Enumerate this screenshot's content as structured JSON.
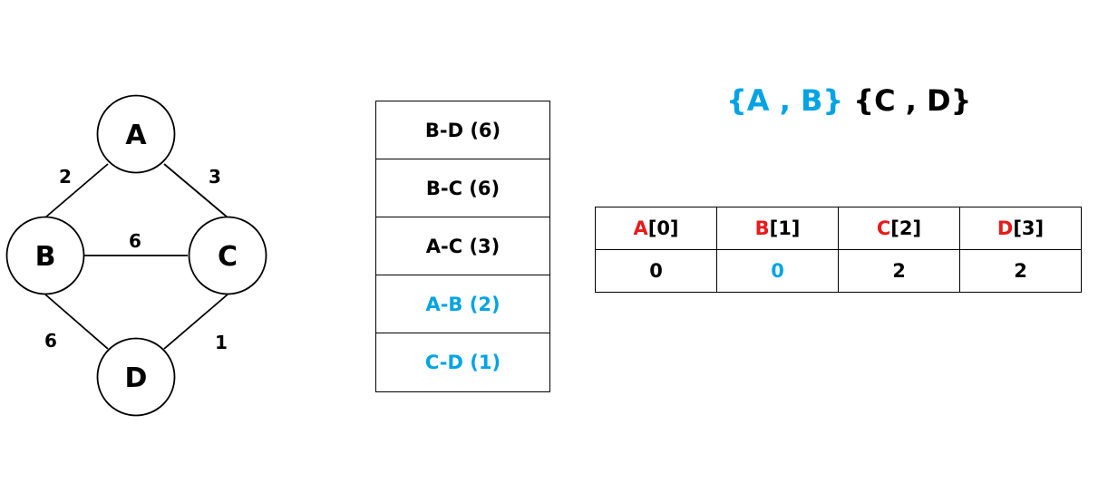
{
  "graph": {
    "nodes": [
      {
        "id": "A",
        "label": "A"
      },
      {
        "id": "B",
        "label": "B"
      },
      {
        "id": "C",
        "label": "C"
      },
      {
        "id": "D",
        "label": "D"
      }
    ],
    "edges": [
      {
        "from": "A",
        "to": "B",
        "weight": "2"
      },
      {
        "from": "A",
        "to": "C",
        "weight": "3"
      },
      {
        "from": "B",
        "to": "C",
        "weight": "6"
      },
      {
        "from": "B",
        "to": "D",
        "weight": "6"
      },
      {
        "from": "C",
        "to": "D",
        "weight": "1"
      }
    ]
  },
  "edge_stack": [
    {
      "label": "B-D (6)",
      "selected": false
    },
    {
      "label": "B-C (6)",
      "selected": false
    },
    {
      "label": "A-C (3)",
      "selected": false
    },
    {
      "label": "A-B (2)",
      "selected": true
    },
    {
      "label": "C-D (1)",
      "selected": true
    }
  ],
  "sets": {
    "first": "{A , B}",
    "second": "{C , D}"
  },
  "parent_table": [
    {
      "node": "A",
      "index": "[0]",
      "parent": "0",
      "highlight": false
    },
    {
      "node": "B",
      "index": "[1]",
      "parent": "0",
      "highlight": true
    },
    {
      "node": "C",
      "index": "[2]",
      "parent": "2",
      "highlight": false
    },
    {
      "node": "D",
      "index": "[3]",
      "parent": "2",
      "highlight": false
    }
  ],
  "colors": {
    "selected": "#00a4e4",
    "node_name": "#e81a1a",
    "default_text": "#000000"
  }
}
